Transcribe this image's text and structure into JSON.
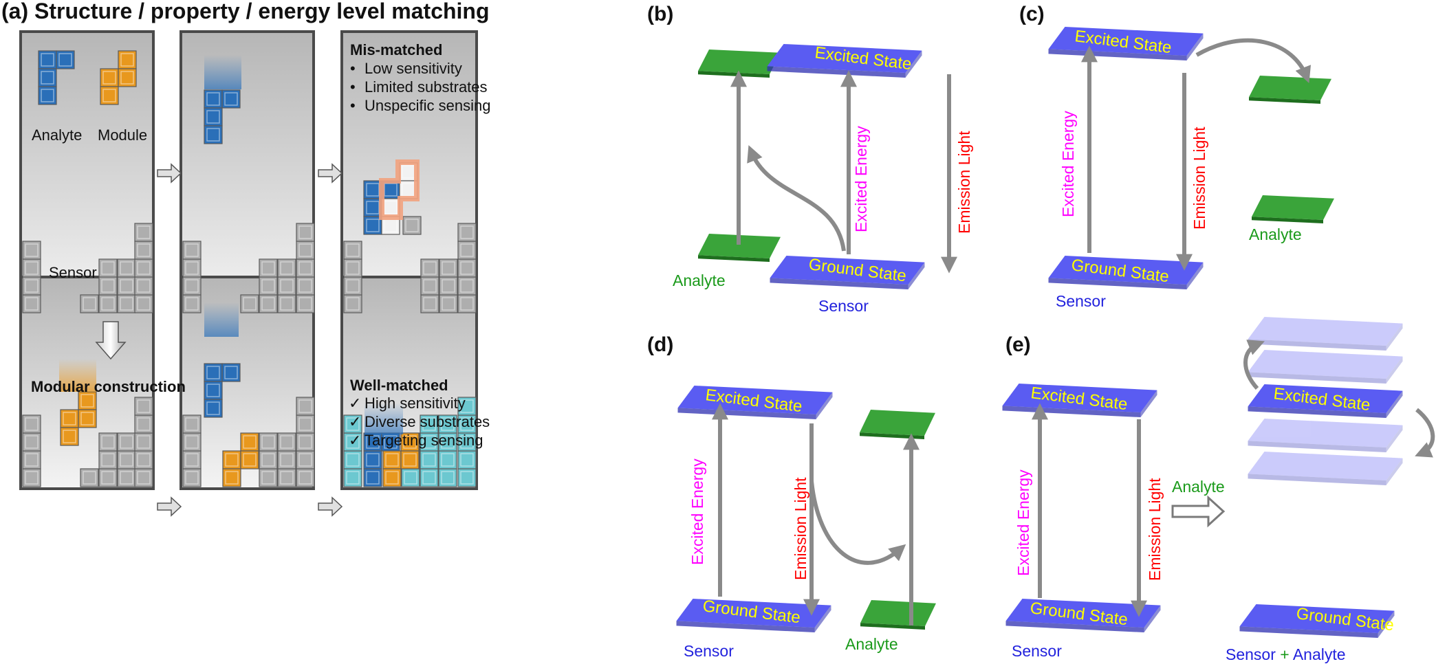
{
  "panel_a": {
    "letter_title": "(a) Structure / property / energy level matching",
    "analyte": "Analyte",
    "module": "Module",
    "sensor": "Sensor",
    "modular": "Modular construction",
    "mis_title": "Mis-matched",
    "mis_items": [
      "Low sensitivity",
      "Limited substrates",
      "Unspecific sensing"
    ],
    "well_title": "Well-matched",
    "well_items": [
      "High sensitivity",
      "Diverse substrates",
      "Targeting sensing"
    ],
    "bullet": "•",
    "check": "✓"
  },
  "panels": {
    "b": "(b)",
    "c": "(c)",
    "d": "(d)",
    "e": "(e)"
  },
  "labels": {
    "excited_state": "Excited State",
    "ground_state": "Ground State",
    "excited_energy": "Excited Energy",
    "emission_light": "Emission Light",
    "sensor": "Sensor",
    "analyte": "Analyte",
    "sensor_plus": "Sensor",
    "plus": " + ",
    "analyte_plus": "Analyte"
  },
  "colors": {
    "state_blue": "#5a5cf2",
    "analyte_green": "#3aa43a",
    "arrow_gray": "#8a8a8a",
    "tetris_blue": "#2a6fb8",
    "tetris_orange": "#e8981e",
    "tetris_cyan": "#6cc8d0",
    "tetris_gray": "#aeaeae"
  }
}
